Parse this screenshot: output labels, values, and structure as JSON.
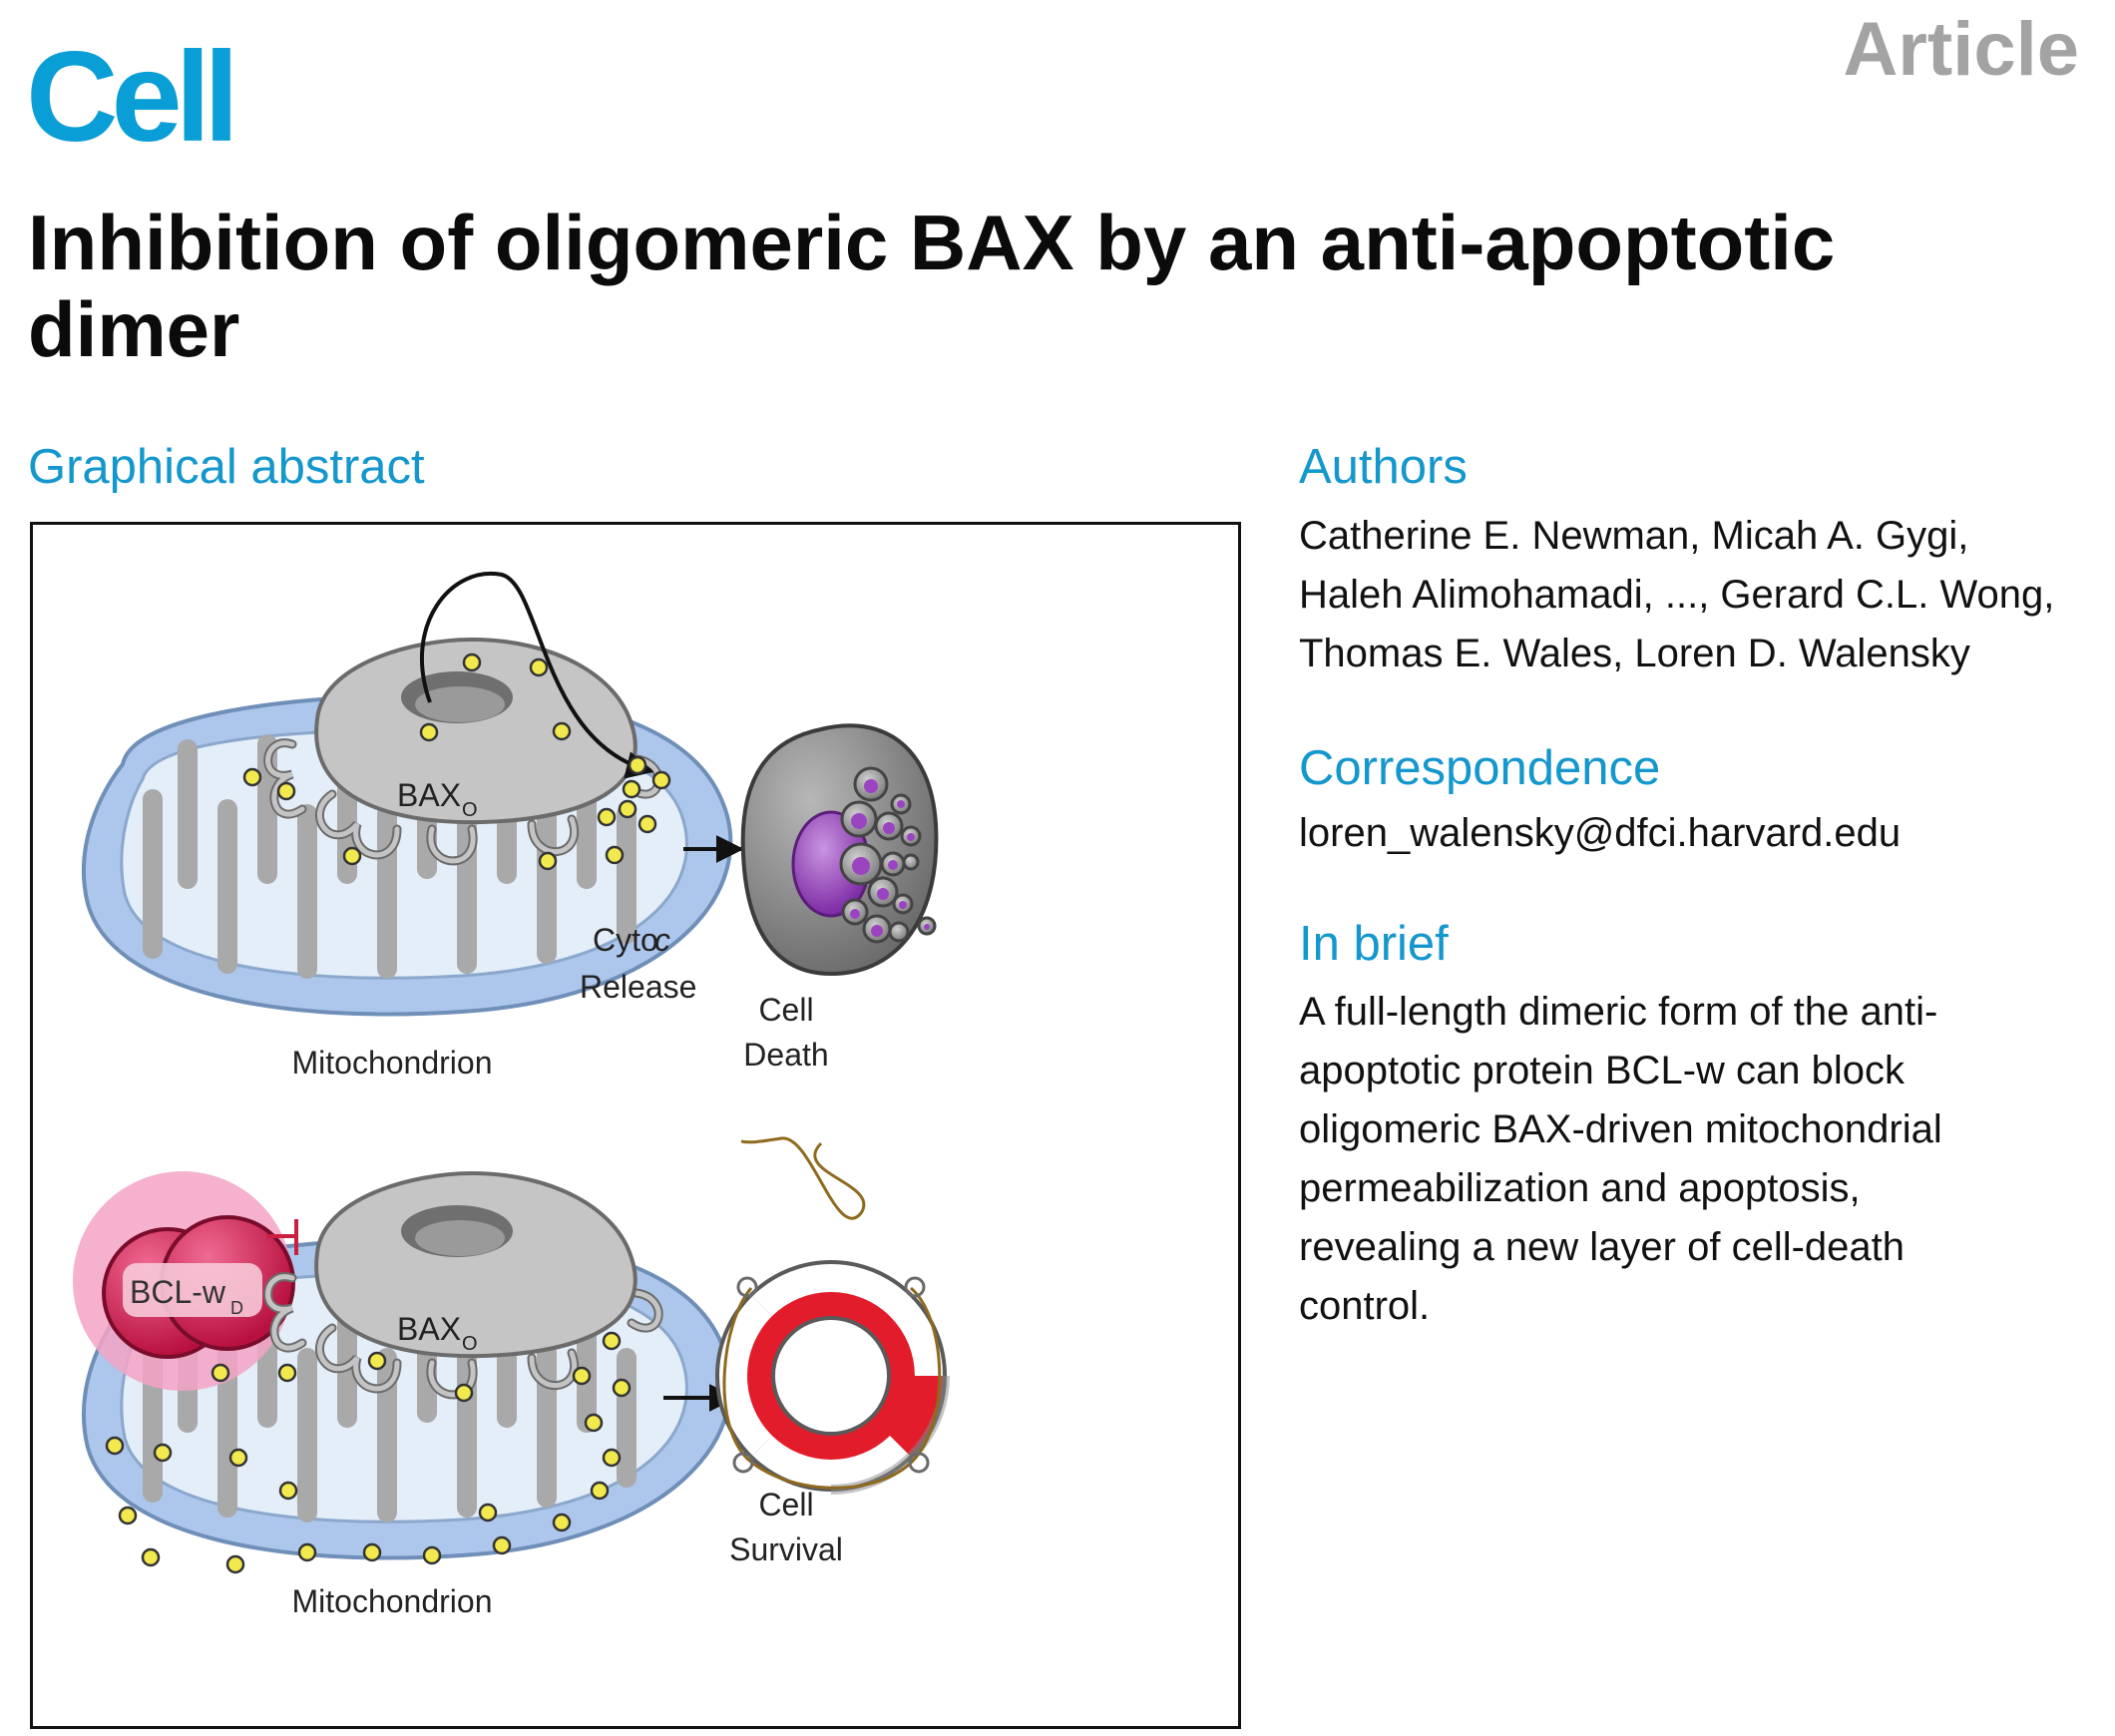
{
  "header": {
    "journal": "Cell",
    "article_type": "Article"
  },
  "title": "Inhibition of oligomeric BAX by an anti-apoptotic dimer",
  "graphical_abstract": {
    "heading": "Graphical abstract",
    "labels": {
      "bax_top": "BAX",
      "bax_top_sub": "O",
      "cyto_c": "Cyto",
      "cyto_c_italic": "c",
      "release": "Release",
      "mito_top": "Mitochondrion",
      "cell": "Cell",
      "death": "Death",
      "bclw": "BCL-w",
      "bclw_sub": "D",
      "bax_bottom": "BAX",
      "bax_bottom_sub": "O",
      "mito_bottom": "Mitochondrion",
      "cell_bottom": "Cell",
      "survival": "Survival"
    },
    "colors": {
      "mito_fill": "#adc6ec",
      "cristae": "#e3eef9",
      "bax": "#c5c5c5",
      "cyto_c": "#f2e94e",
      "bclw": "#d61f55",
      "halo": "#f3a3c6",
      "nucleus": "#9b44c1",
      "lifebuoy_red": "#e21c2a",
      "rope": "#8f6a1e"
    }
  },
  "authors": {
    "heading": "Authors",
    "line1": "Catherine E. Newman, Micah A. Gygi,",
    "line2": "Haleh Alimohamadi, ..., Gerard C.L. Wong,",
    "line3": "Thomas E. Wales, Loren D. Walensky"
  },
  "correspondence": {
    "heading": "Correspondence",
    "email": "loren_walensky@dfci.harvard.edu"
  },
  "in_brief": {
    "heading": "In brief",
    "line1": "A full-length dimeric form of the anti-",
    "line2": "apoptotic protein BCL-w can block",
    "line3": "oligomeric BAX-driven mitochondrial",
    "line4": "permeabilization and apoptosis,",
    "line5": "revealing a new layer of cell-death",
    "line6": "control."
  }
}
